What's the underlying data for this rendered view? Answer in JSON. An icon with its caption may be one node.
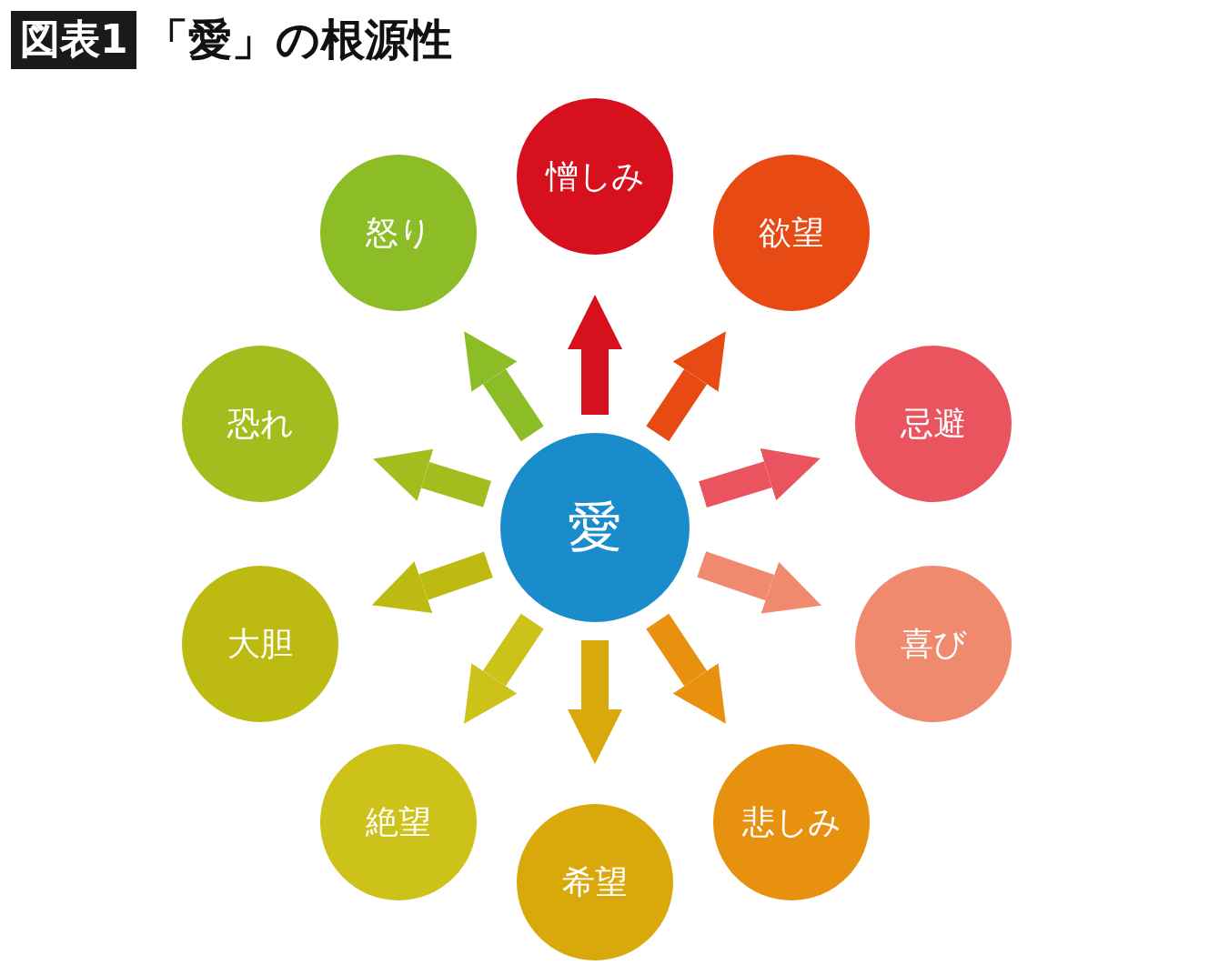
{
  "diagram": {
    "title": "「愛」の根源性",
    "nodes": [
      {
        "text": [
          "愛"
        ]
      },
      {
        "text": [
          "憎しみ"
        ]
      },
      {
        "text": [
          "欲望"
        ]
      },
      {
        "text": [
          "忌避"
        ]
      },
      {
        "text": [
          "喜び"
        ]
      },
      {
        "text": [
          "悲しみ"
        ]
      },
      {
        "text": [
          "希望"
        ]
      },
      {
        "text": [
          "絶望"
        ]
      },
      {
        "text": [
          "大胆"
        ]
      },
      {
        "text": [
          "恐れ"
        ]
      },
      {
        "text": [
          "怒り"
        ]
      }
    ],
    "edges": [
      {
        "from": 0,
        "to": 1,
        "arrow": "to",
        "color": "#d7101e"
      },
      {
        "from": 0,
        "to": 2,
        "arrow": "to",
        "color": "#e84a14"
      },
      {
        "from": 0,
        "to": 3,
        "arrow": "to",
        "color": "#e9545f"
      },
      {
        "from": 0,
        "to": 4,
        "arrow": "to",
        "color": "#ef8a6e"
      },
      {
        "from": 0,
        "to": 5,
        "arrow": "to",
        "color": "#e8910f"
      },
      {
        "from": 0,
        "to": 6,
        "arrow": "to",
        "color": "#d9a90b"
      },
      {
        "from": 0,
        "to": 7,
        "arrow": "to",
        "color": "#ccc21a"
      },
      {
        "from": 0,
        "to": 8,
        "arrow": "to",
        "color": "#bdbb12"
      },
      {
        "from": 0,
        "to": 9,
        "arrow": "to",
        "color": "#a3bd1f"
      },
      {
        "from": 0,
        "to": 10,
        "arrow": "to",
        "color": "#8cbd26"
      }
    ],
    "labels": [
      "図表1"
    ]
  }
}
